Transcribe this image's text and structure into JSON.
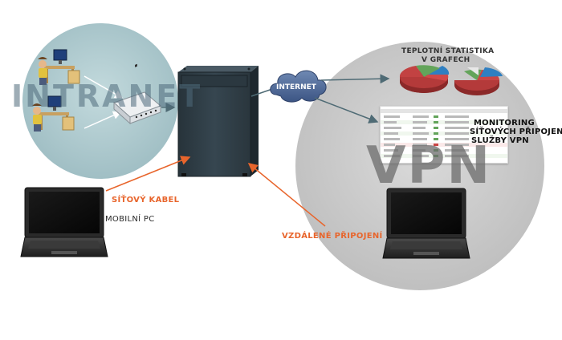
{
  "labels": {
    "intranet": "INTRANET",
    "vpn": "VPN",
    "internet": "INTERNET",
    "temp_stats": "TEPLOTNÍ STATISTIKA",
    "temp_stats_2": "V GRAFECH",
    "monitoring_1": "MONITORING",
    "monitoring_2": "SÍŤOVÝCH PŘIPOJENÍ,",
    "monitoring_3": "SLUŽBY VPN",
    "network_cable": "SÍŤOVÝ KABEL",
    "mobile_pc": "MOBILNÍ PC",
    "remote_connection": "VZDÁLENÉ PŘIPOJENÍ"
  },
  "colors": {
    "intranet_circle": "#a9c7cc",
    "vpn_circle": "#cbcbcb",
    "accent_arrow": "#e8652c",
    "server_body": "#2e3b43",
    "pie_red": "#b43a3a",
    "pie_blue": "#2f7fc1",
    "pie_green": "#63a45a"
  },
  "icons": [
    "workstation-icon",
    "network-switch-icon",
    "server-cabinet-icon",
    "internet-cloud-icon",
    "laptop-icon",
    "pie-chart-icon"
  ]
}
